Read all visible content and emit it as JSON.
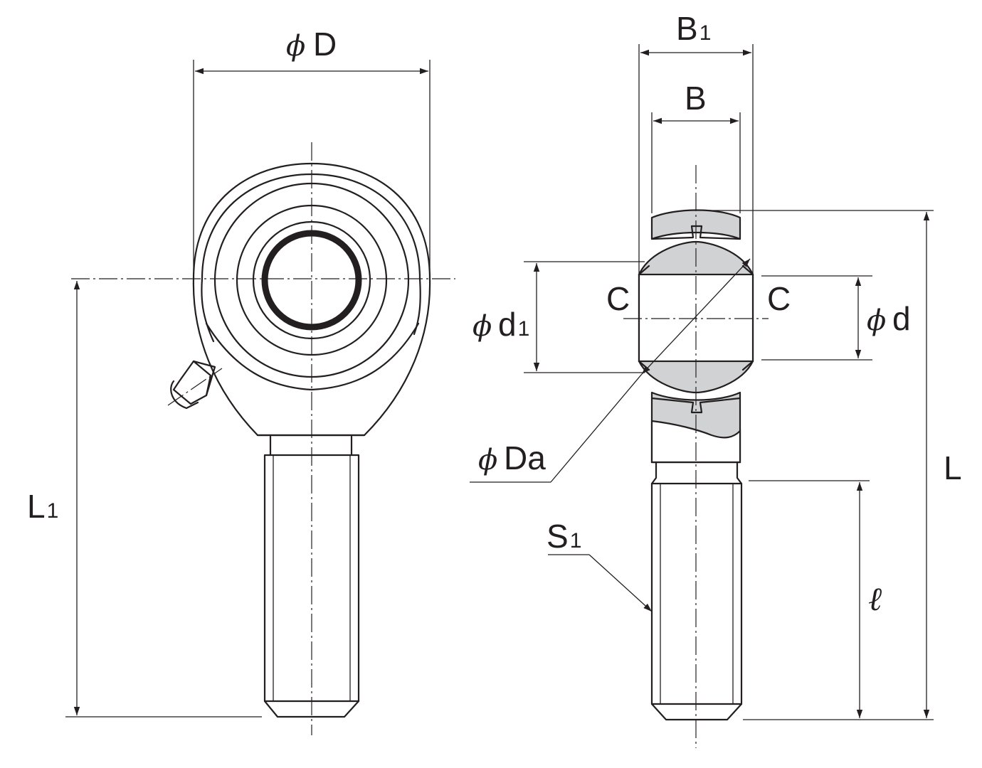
{
  "symbols": {
    "phi": "ϕ"
  },
  "labels": {
    "D": "D",
    "B1_main": "B",
    "B1_sub": "1",
    "B": "B",
    "C_left": "C",
    "C_right": "C",
    "d1_main": "d",
    "d1_sub": "1",
    "d": "d",
    "Da": "Da",
    "L": "L",
    "L1_main": "L",
    "L1_sub": "1",
    "S1_main": "S",
    "S1_sub": "1",
    "ell": "ℓ"
  },
  "colors": {
    "line": "#231f20",
    "fill_gray": "#d1d2d4",
    "background": "#ffffff"
  }
}
